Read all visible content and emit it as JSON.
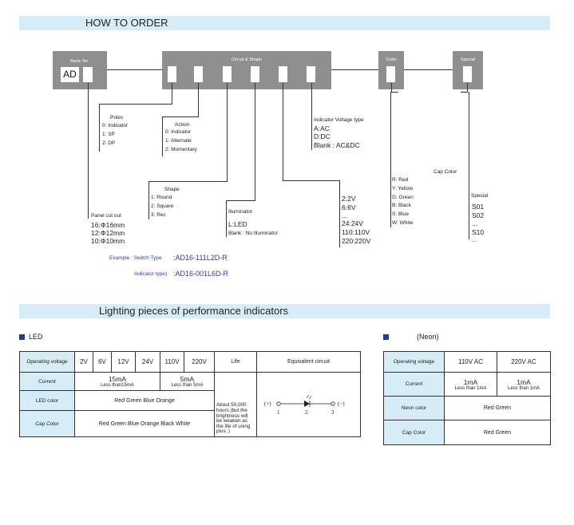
{
  "section1": {
    "title": "HOW TO ORDER"
  },
  "code_bar": {
    "basic_label": "Basic No.",
    "basic_value": "AD",
    "circuit_label": "Circuit & Shape",
    "color_label": "Color",
    "special_label": "Special"
  },
  "poles": {
    "title": "Poles",
    "items": [
      "0:  Indicator",
      "1:  SP",
      "2:  DP"
    ]
  },
  "action": {
    "title": "Action",
    "items": [
      "0:  Indicator",
      "1:  Alternate",
      "2:  Momentary"
    ]
  },
  "indicator_voltage": {
    "title": "Indicator Voltage type",
    "items": [
      "A:AC",
      "D:DC",
      "Blank : AC&DC"
    ]
  },
  "shape": {
    "title": "Shape",
    "items": [
      "1:  Round",
      "2:  Square",
      "3:  Rec"
    ]
  },
  "illuminator": {
    "title": "Illuminator",
    "items": [
      "L:LED",
      "Blank  :   No Illuminator"
    ]
  },
  "voltages": [
    "2:2V",
    "6:6V",
    "...",
    "24:24V",
    "110:110V",
    "220:220V"
  ],
  "cap_color": {
    "title": "Cap Color",
    "items": [
      "R:  Red",
      "Y:  Yellow",
      "G:  Green",
      "B:  Black",
      "S:  Blue",
      "W:  White"
    ]
  },
  "special": {
    "title": "Special",
    "items": [
      "S01",
      "S02",
      "...",
      "S10",
      "..."
    ]
  },
  "panel_cutout": {
    "title": "Panel cut out",
    "items": [
      "16:Φ16mm",
      "12:Φ12mm",
      "10:Φ10mm"
    ]
  },
  "examples": {
    "switch_label": "Example :  Switch Type",
    "switch_value": ":AD16-111L2D-R",
    "indicator_label": "Indicator type)",
    "indicator_value": ":AD16-001L6D-R"
  },
  "section2": {
    "title": "Lighting pieces of performance indicators"
  },
  "led_section": {
    "label": "LED"
  },
  "neon_section": {
    "label": "(Neon)"
  },
  "led_table": {
    "row_labels": [
      "Operating voltage",
      "Current",
      "LED color",
      "Cap Color"
    ],
    "voltages": [
      "2V",
      "6V",
      "12V",
      "24V",
      "110V",
      "220V"
    ],
    "life_header": "Life",
    "circuit_header": "Equivalent circuit",
    "current_left": "15mA",
    "current_left_sub": "Less than15mA",
    "current_right": "5mA",
    "current_right_sub": "Less than 5mA",
    "led_colors": "Red  Green Blue  Orange",
    "cap_colors": "Red  Green Blue  Orange Black White",
    "life_text": "About 50,000 hours (but the brightness will be weaken as the life of using plus. )",
    "circuit_plus": "(+)",
    "circuit_minus": "(−)",
    "circuit_nodes": [
      "1",
      "2",
      "3"
    ]
  },
  "neon_table": {
    "row_labels": [
      "Operating voltage",
      "Current",
      "Neon color",
      "Cap Color"
    ],
    "voltages": [
      "110V AC",
      "220V AC"
    ],
    "currents": [
      "1mA",
      "1mA"
    ],
    "current_subs": [
      "Less than 1mA",
      "Less than 1mA"
    ],
    "neon_colors": "Red  Green",
    "cap_colors": "Red  Green"
  }
}
